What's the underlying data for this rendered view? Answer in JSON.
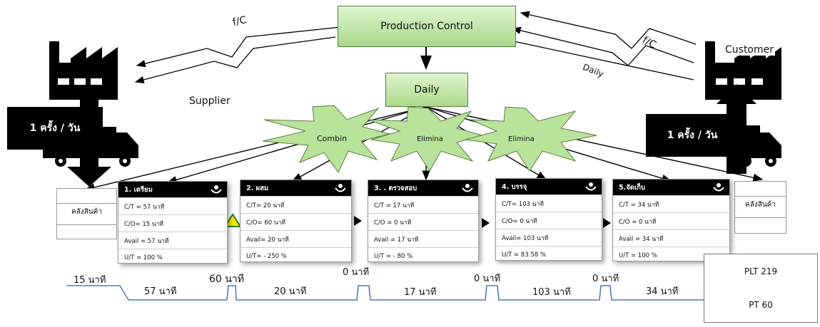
{
  "production_control": "Production Control",
  "daily_box": "Daily",
  "supplier": {
    "label": "Supplier",
    "frequency": "1 ครั้ง / วัน"
  },
  "customer": {
    "label": "Customer",
    "frequency": "1 ครั้ง / วัน"
  },
  "info_flow": {
    "fc_left": "f/C",
    "fc_right": "f/C",
    "daily_right": "Daily"
  },
  "kaizen": [
    "Combin",
    "Elimina",
    "Elimina"
  ],
  "warehouse_left": "คลังสินค้า",
  "warehouse_right": "คลังสินค้า",
  "processes": [
    {
      "title": "1. เตรียม",
      "ct": "C/T = 57 นาที",
      "co": "C/O= 15 นาที",
      "avail": "Avail = 57 นาที",
      "ut": "U/T = 100 %"
    },
    {
      "title": "2. ผสม",
      "ct": "C/T= 20 นาที",
      "co": "C/O=  60 นาที",
      "avail": "Avail= 20 นาที",
      "ut": "U/T= - 250 %"
    },
    {
      "title": "3. . ตรวจสอบ",
      "ct": "C/T = 17 นาที",
      "co": "C/O = 0 นาที",
      "avail": "Avail = 17 นาที",
      "ut": "U/T = - 80 %"
    },
    {
      "title": "4. บรรจุ",
      "ct": "C/T= 103 นาที",
      "co": "C/O= 0 นาที",
      "avail": "Avail= 103 นาที",
      "ut": "U/T = 83.58 %"
    },
    {
      "title": "5.จัดเก็บ",
      "ct": "C/T = 34 นาที",
      "co": "C/O = 0 นาที",
      "avail": "Avail = 34 นาที",
      "ut": "U/T = 100 %"
    }
  ],
  "timeline": {
    "wait": [
      "15 นาที",
      "60 นาที",
      "0 นาที",
      "0 นาที",
      "0 นาที"
    ],
    "process": [
      "57 นาที",
      "20 นาที",
      "17 นาที",
      "103 นาที",
      "34 นาที"
    ]
  },
  "lead_time": {
    "plt": "PLT 219",
    "pt": "PT 60"
  },
  "colors": {
    "green_fill": "#b8e39b",
    "green_border": "#5c7d45",
    "timeline": "#4a7fc1",
    "inventory_triangle": "#f2e600"
  }
}
